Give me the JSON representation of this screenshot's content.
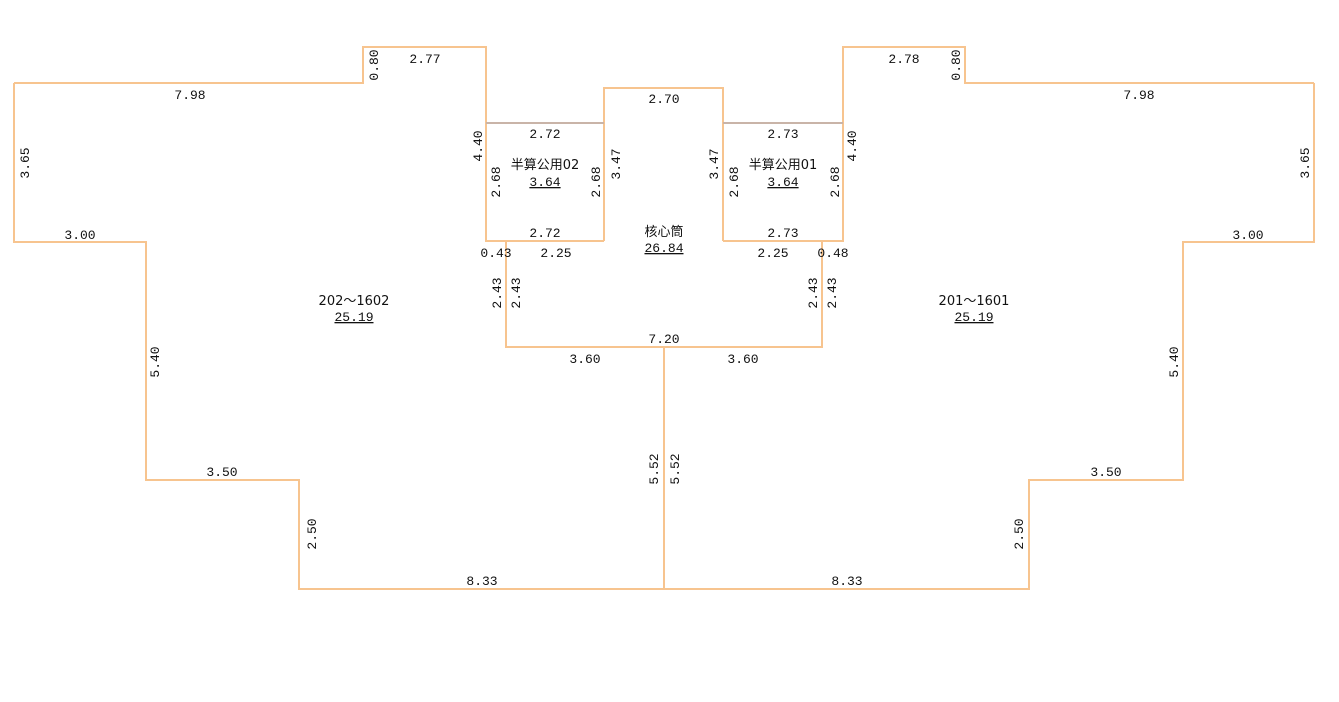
{
  "colors": {
    "wall": "#f7c48f",
    "core_wall": "#c9b4a8",
    "text": "#111111"
  },
  "rooms": {
    "unit_left": {
      "name": "202～1602",
      "area": "25.19"
    },
    "unit_right": {
      "name": "201～1601",
      "area": "25.19"
    },
    "core": {
      "name": "核心筒",
      "area": "26.84"
    },
    "public_02": {
      "name": "半算公用02",
      "area": "3.64"
    },
    "public_01": {
      "name": "半算公用01",
      "area": "3.64"
    }
  },
  "dims": {
    "l_top_stair_h": "0.80",
    "l_top_stair_w": "2.77",
    "l_top": "7.98",
    "l_side": "3.65",
    "l_step1": "3.00",
    "l_side2": "5.40",
    "l_step2": "3.50",
    "l_side3": "2.50",
    "l_bottom": "8.33",
    "l_inner_v": "4.40",
    "p2_top": "2.72",
    "p2_left": "2.68",
    "p2_right": "2.68",
    "p2_bottom": "2.72",
    "core_left": "3.47",
    "l_jog": "0.43",
    "core_bl": "2.25",
    "l_ret_a": "2.43",
    "l_ret_b": "2.43",
    "core_top": "2.70",
    "core_bottom": "7.20",
    "l_half": "3.60",
    "r_half": "3.60",
    "mid_a": "5.52",
    "mid_b": "5.52",
    "r_top_stair_w": "2.78",
    "r_top_stair_h": "0.80",
    "r_top": "7.98",
    "r_side": "3.65",
    "r_step1": "3.00",
    "r_side2": "5.40",
    "r_step2": "3.50",
    "r_side3": "2.50",
    "r_bottom": "8.33",
    "r_inner_v": "4.40",
    "p1_top": "2.73",
    "p1_left": "2.68",
    "p1_right": "2.68",
    "p1_bottom": "2.73",
    "core_right": "3.47",
    "r_jog": "0.48",
    "core_br": "2.25",
    "r_ret_a": "2.43",
    "r_ret_b": "2.43"
  }
}
